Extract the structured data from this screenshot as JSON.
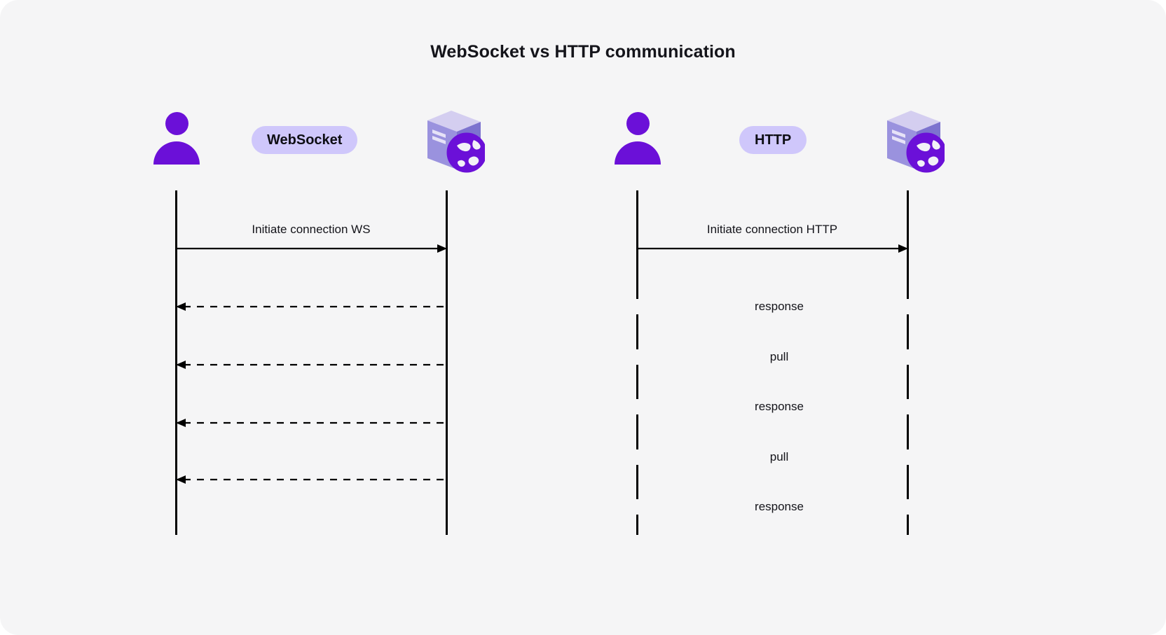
{
  "page": {
    "title": "WebSocket vs HTTP communication",
    "background": "#f5f5f6",
    "accent": "#6b10d8",
    "badge_bg": "#cfc7fb",
    "line_color": "#000000"
  },
  "diagram": {
    "type": "sequence-diagram",
    "panels": [
      {
        "id": "websocket",
        "protocol_badge": "WebSocket",
        "client": {
          "icon": "person-icon",
          "label": ""
        },
        "server": {
          "icon": "server-globe-icon",
          "label": ""
        },
        "messages": [
          {
            "label": "Initiate connection WS",
            "style": "solid",
            "direction": "client-to-server"
          },
          {
            "label": "",
            "style": "dashed",
            "direction": "server-to-client"
          },
          {
            "label": "",
            "style": "dashed",
            "direction": "server-to-client"
          },
          {
            "label": "",
            "style": "dashed",
            "direction": "server-to-client"
          },
          {
            "label": "",
            "style": "dashed",
            "direction": "server-to-client"
          }
        ]
      },
      {
        "id": "http",
        "protocol_badge": "HTTP",
        "client": {
          "icon": "person-icon",
          "label": ""
        },
        "server": {
          "icon": "server-globe-icon",
          "label": ""
        },
        "messages": [
          {
            "label": "Initiate connection HTTP",
            "style": "solid",
            "direction": "client-to-server"
          },
          {
            "label": "response",
            "style": "dashed",
            "direction": "server-to-client"
          },
          {
            "label": "pull",
            "style": "solid",
            "direction": "client-to-server"
          },
          {
            "label": "response",
            "style": "dashed",
            "direction": "server-to-client"
          },
          {
            "label": "pull",
            "style": "solid",
            "direction": "client-to-server"
          },
          {
            "label": "response",
            "style": "dashed",
            "direction": "server-to-client"
          }
        ]
      }
    ]
  }
}
